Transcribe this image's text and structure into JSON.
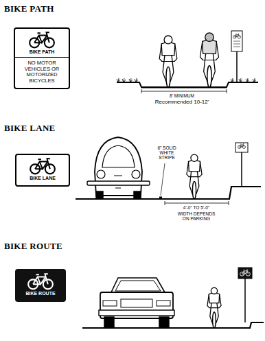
{
  "diagram": {
    "nodes": [
      {
        "text": [
          "BIKE PATH",
          "NO MOTOR VEHICLES OR MOTORIZED BICYCLES"
        ]
      },
      {
        "text": [
          "BIKE LANE"
        ]
      },
      {
        "text": [
          "BIKE ROUTE"
        ]
      }
    ],
    "labels": [
      "BIKE PATH",
      "BIKE LANE",
      "BIKE ROUTE",
      "8' MINIMUM",
      "Recommended 10-12'",
      "6\" SOLID WHITE STRIPE",
      "4'-0\" TO 5'-0\"",
      "WIDTH DEPENDS ON PARKING"
    ]
  }
}
